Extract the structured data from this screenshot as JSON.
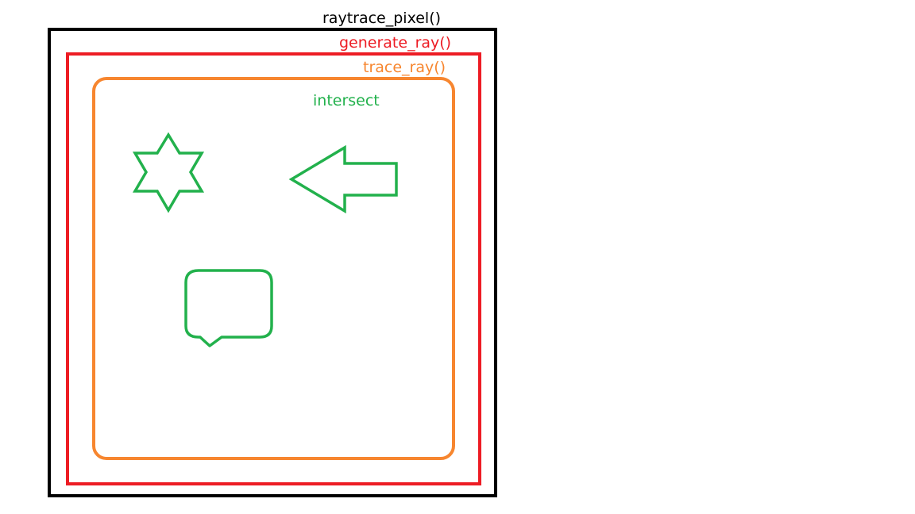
{
  "labels": {
    "raytrace_pixel": "raytrace_pixel()",
    "generate_ray": "generate_ray()",
    "trace_ray": "trace_ray()",
    "intersect": "intersect"
  },
  "colors": {
    "raytrace_pixel": "#000000",
    "generate_ray": "#ed1c24",
    "trace_ray": "#f7862f",
    "intersect": "#22b14c",
    "background": "#ffffff"
  },
  "icons": {
    "star": "six-pointed-star-icon",
    "arrow": "left-arrow-icon",
    "callout": "speech-bubble-icon"
  }
}
